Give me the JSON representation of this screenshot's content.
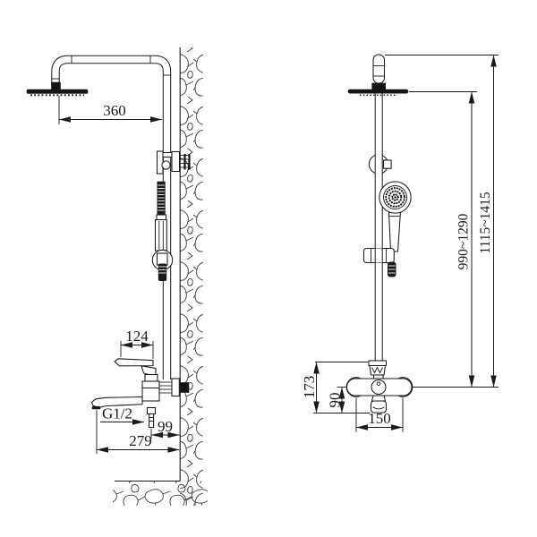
{
  "drawing": {
    "type": "technical-installation-diagram",
    "subject": "wall-mounted shower column with rain head, hand shower and bath mixer",
    "views": [
      "side-view-with-wall-section",
      "front-view"
    ]
  },
  "colors": {
    "ink": "#1a1a1a",
    "paper": "#ffffff"
  },
  "dimensions": {
    "left": {
      "head_offset": "360",
      "handle_length": "124",
      "thread": "G1/2",
      "outlet_to_wall": "99",
      "spout_reach": "279"
    },
    "front": {
      "height_to_head": "990~1290",
      "height_total": "1115~1415",
      "mixer_height": "173",
      "center_to_outlet": "90",
      "inlet_spacing": "150"
    }
  }
}
